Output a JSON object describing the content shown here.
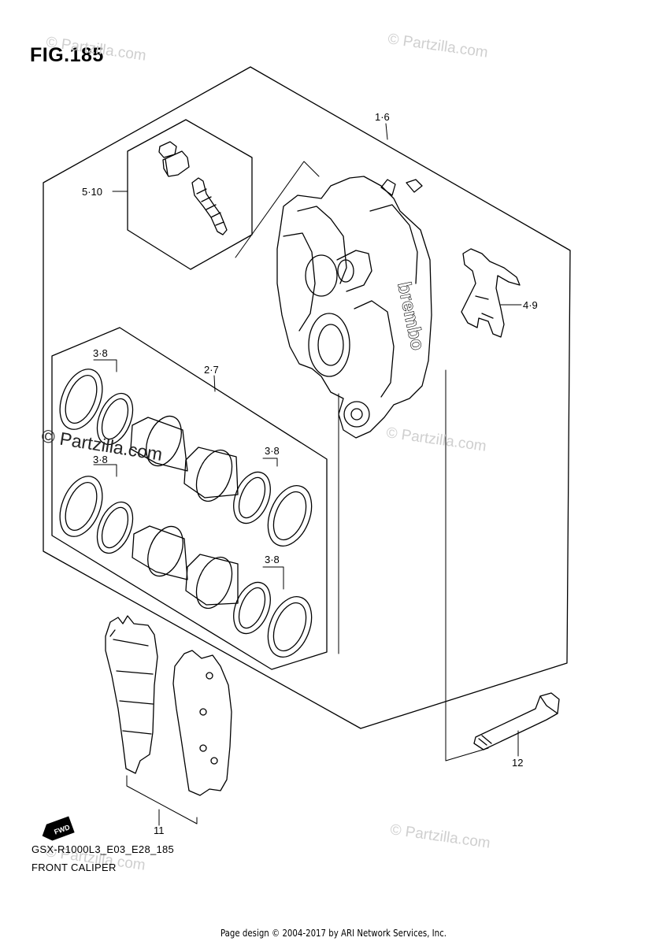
{
  "figure": {
    "title": "FIG.185",
    "model_code": "GSX-R1000L3_E03_E28_185",
    "part_name": "FRONT CALIPER",
    "fwd_label": "FWD",
    "caliper_brand": "brembo"
  },
  "callouts": [
    {
      "id": "1",
      "label": "1·6"
    },
    {
      "id": "2",
      "label": "2·7"
    },
    {
      "id": "3a",
      "label": "3·8"
    },
    {
      "id": "3b",
      "label": "3·8"
    },
    {
      "id": "3c",
      "label": "3·8"
    },
    {
      "id": "3d",
      "label": "3·8"
    },
    {
      "id": "4",
      "label": "4·9"
    },
    {
      "id": "5",
      "label": "5·10"
    },
    {
      "id": "11",
      "label": "11"
    },
    {
      "id": "12",
      "label": "12"
    }
  ],
  "watermarks": {
    "small": "© Partzilla.com",
    "large": "© Partzilla.com"
  },
  "footer": "Page design © 2004-2017 by ARI Network Services, Inc."
}
